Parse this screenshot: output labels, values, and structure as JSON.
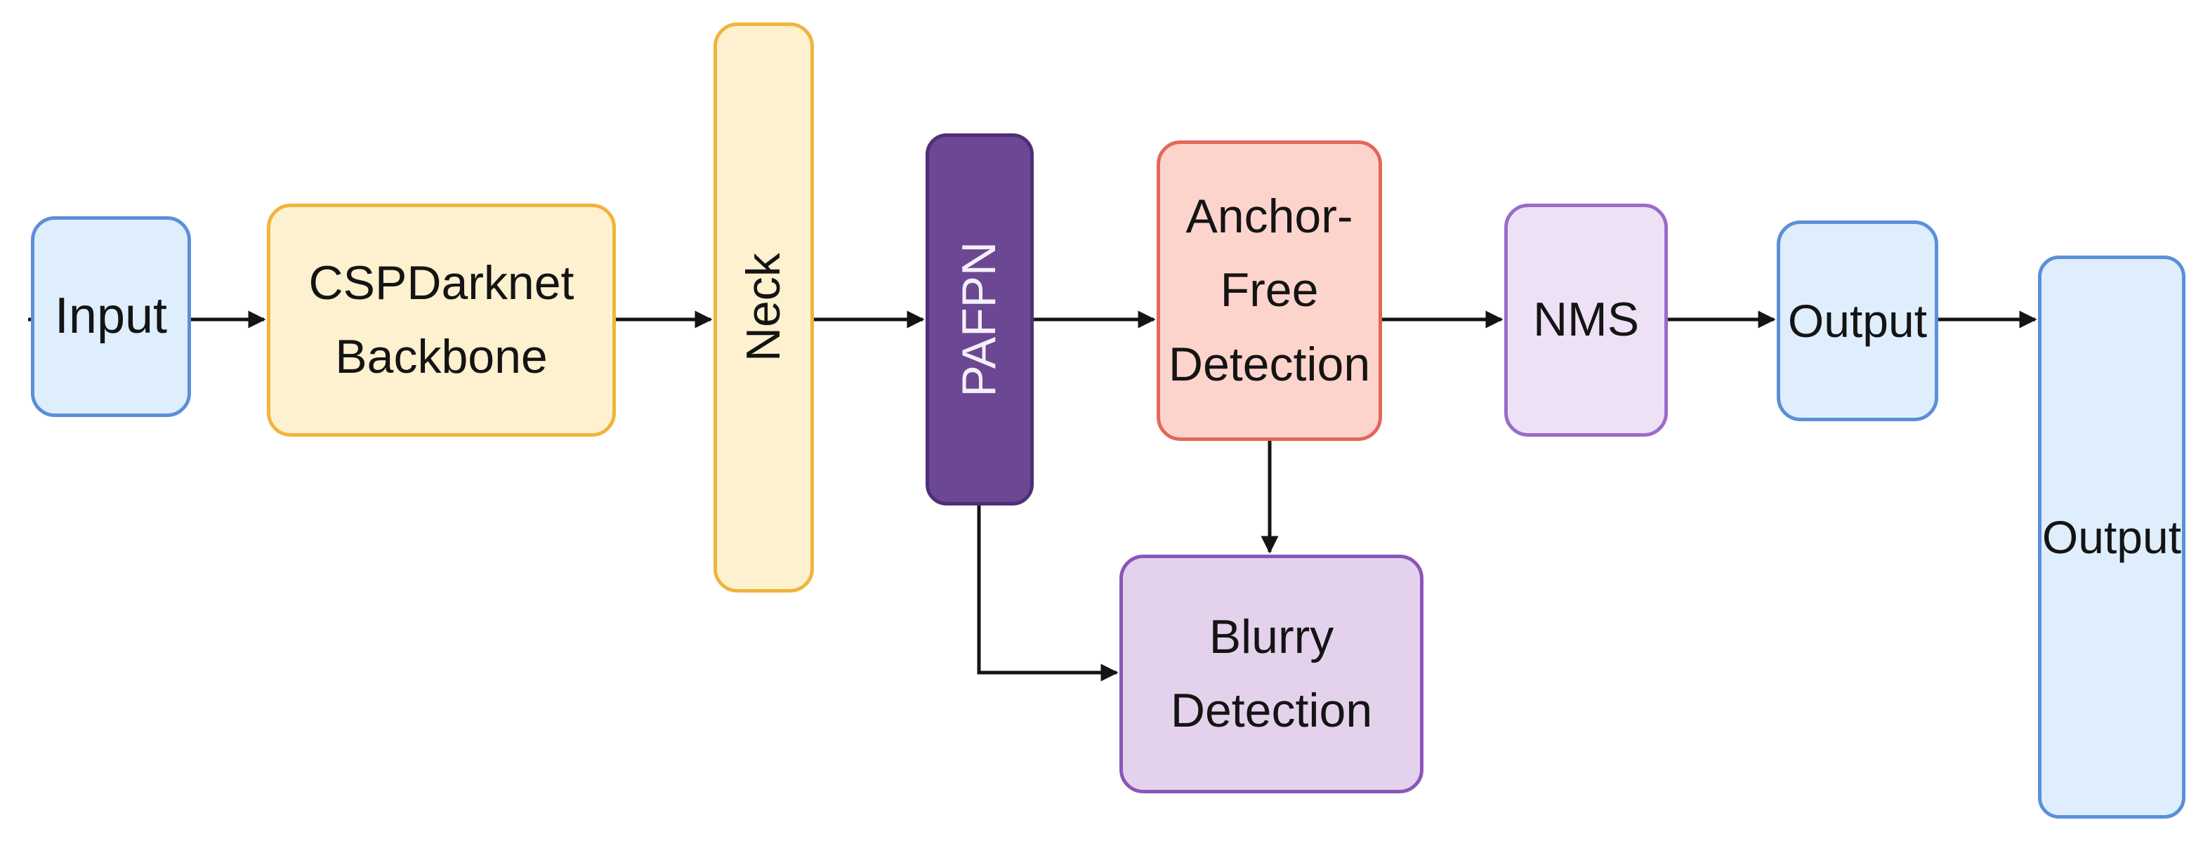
{
  "nodes": {
    "input": {
      "label": "Input",
      "fill": "#dfeefd",
      "stroke": "#5b8fd9"
    },
    "backbone": {
      "label": "CSPDarknet\nBackbone",
      "fill": "#fdf1d0",
      "stroke": "#f1b43b"
    },
    "neck": {
      "label": "Neck",
      "fill": "#fdf1d0",
      "stroke": "#f1b43b"
    },
    "pafpn": {
      "label": "PAFPN",
      "fill": "#6b4794",
      "stroke": "#4e2f78"
    },
    "anchorfree": {
      "label": "Anchor-\nFree\nDetection",
      "fill": "#fdd4cc",
      "stroke": "#e2675b"
    },
    "blurry": {
      "label": "Blurry\nDetection",
      "fill": "#e4d2ec",
      "stroke": "#8b55b9"
    },
    "nms": {
      "label": "NMS",
      "fill": "#eee1f6",
      "stroke": "#9a6bc9"
    },
    "output1": {
      "label": "Output",
      "fill": "#dfeefd",
      "stroke": "#5b8fd9"
    },
    "output2": {
      "label": "Output",
      "fill": "#dfeefd",
      "stroke": "#5b8fd9"
    }
  },
  "edges": [
    {
      "from": "input",
      "to": "backbone"
    },
    {
      "from": "backbone",
      "to": "neck"
    },
    {
      "from": "neck",
      "to": "pafpn"
    },
    {
      "from": "pafpn",
      "to": "anchorfree"
    },
    {
      "from": "anchorfree",
      "to": "nms"
    },
    {
      "from": "nms",
      "to": "output1"
    },
    {
      "from": "output1",
      "to": "output2"
    },
    {
      "from": "anchorfree",
      "to": "blurry"
    },
    {
      "from": "pafpn",
      "to": "blurry"
    }
  ],
  "edge_color": "#141414"
}
